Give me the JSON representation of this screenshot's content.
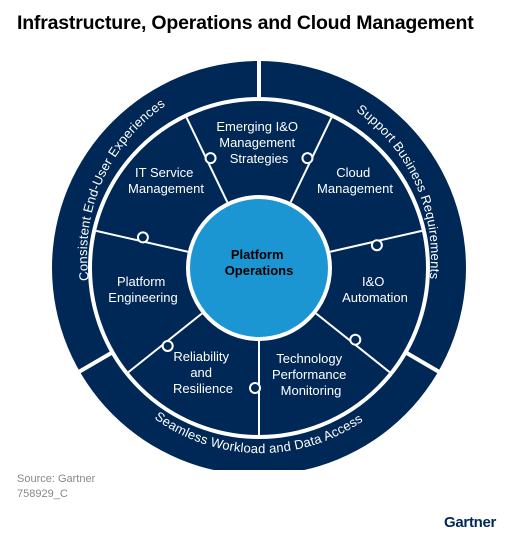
{
  "title": "Infrastructure, Operations and Cloud Management",
  "center_label": "Platform Operations",
  "center_lines": [
    "Platform",
    "Operations"
  ],
  "segments": [
    {
      "label": "Emerging I&O Management Strategies",
      "lines": [
        "Emerging I&O",
        "Management",
        "Strategies"
      ]
    },
    {
      "label": "Cloud Management",
      "lines": [
        "Cloud",
        "Management"
      ]
    },
    {
      "label": "I&O Automation",
      "lines": [
        "I&O",
        "Automation"
      ]
    },
    {
      "label": "Technology Performance Monitoring",
      "lines": [
        "Technology",
        "Performance",
        "Monitoring"
      ]
    },
    {
      "label": "Reliability and Resilience",
      "lines": [
        "Reliability",
        "and",
        "Resilience"
      ]
    },
    {
      "label": "Platform Engineering",
      "lines": [
        "Platform",
        "Engineering"
      ]
    },
    {
      "label": "IT Service Management",
      "lines": [
        "IT Service",
        "Management"
      ]
    }
  ],
  "outer_ring": [
    {
      "label": "Consistent End-User Experiences"
    },
    {
      "label": "Support Business Requirements"
    },
    {
      "label": "Seamless Workload and Data Access"
    }
  ],
  "source": "Source: Gartner",
  "doc_id": "758929_C",
  "brand": "Gartner",
  "colors": {
    "navy": "#002856",
    "center": "#1b96d3",
    "separator": "#ffffff",
    "title_text": "#000000",
    "footnote_text": "#888888"
  }
}
